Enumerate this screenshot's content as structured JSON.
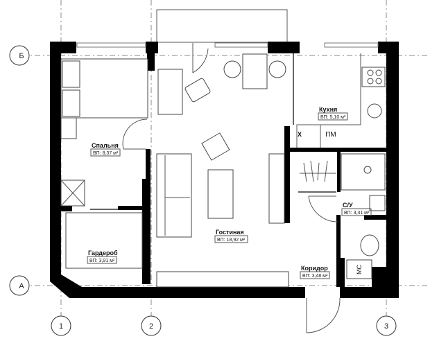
{
  "axes": {
    "vertical": [
      "1",
      "2",
      "3"
    ],
    "horizontal": [
      "Б",
      "А"
    ]
  },
  "rooms": {
    "bedroom": {
      "name": "Спальня",
      "area": "ВП: 8,37 м²"
    },
    "wardrobe": {
      "name": "Гардероб",
      "area": "ВП: 3,91 м²"
    },
    "living": {
      "name": "Гостиная",
      "area": "ВП: 18,92 м²"
    },
    "kitchen": {
      "name": "Кухня",
      "area": "ВП: 5,10 м²"
    },
    "bathroom": {
      "name": "С/У",
      "area": "ВП: 3,31 м²"
    },
    "corridor": {
      "name": "Коридор",
      "area": "ВП: 3,48 м²"
    }
  },
  "kitchen_units": {
    "fridge": "Х",
    "dishwasher": "ПМ"
  },
  "riser": "МС",
  "colors": {
    "wall": "#000000",
    "line": "#444444"
  }
}
